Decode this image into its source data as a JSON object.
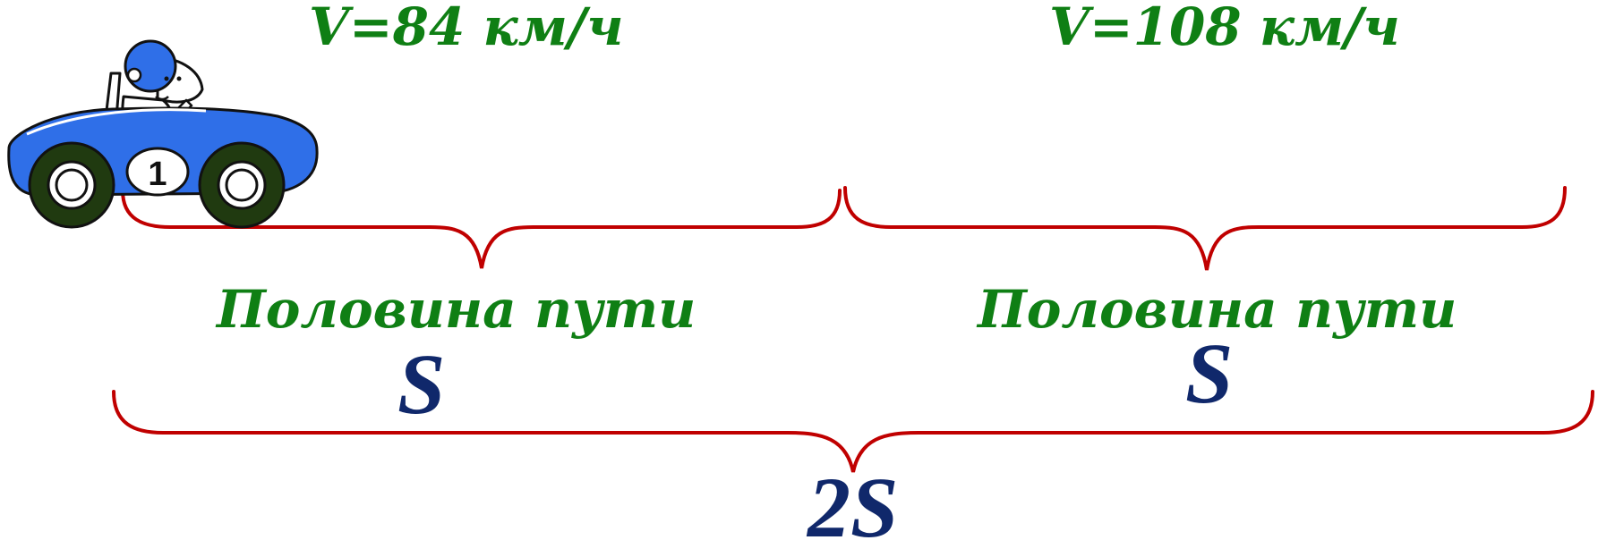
{
  "diagram": {
    "colors": {
      "speed_text": "#0f7f14",
      "half_text": "#0f7f14",
      "distance_text": "#10286b",
      "braces": "#c00000",
      "car_body": "#2f6fe8",
      "tires": "#203a10"
    },
    "icons": [
      "race-car-icon",
      "driver-icon"
    ],
    "car": {
      "number": "1"
    },
    "segments": [
      {
        "speed": "V=84 км/ч",
        "label": "Половина пути",
        "distance": "S"
      },
      {
        "speed": "V=108 км/ч",
        "label": "Половина пути",
        "distance": "S"
      }
    ],
    "total": {
      "distance": "2S"
    }
  }
}
